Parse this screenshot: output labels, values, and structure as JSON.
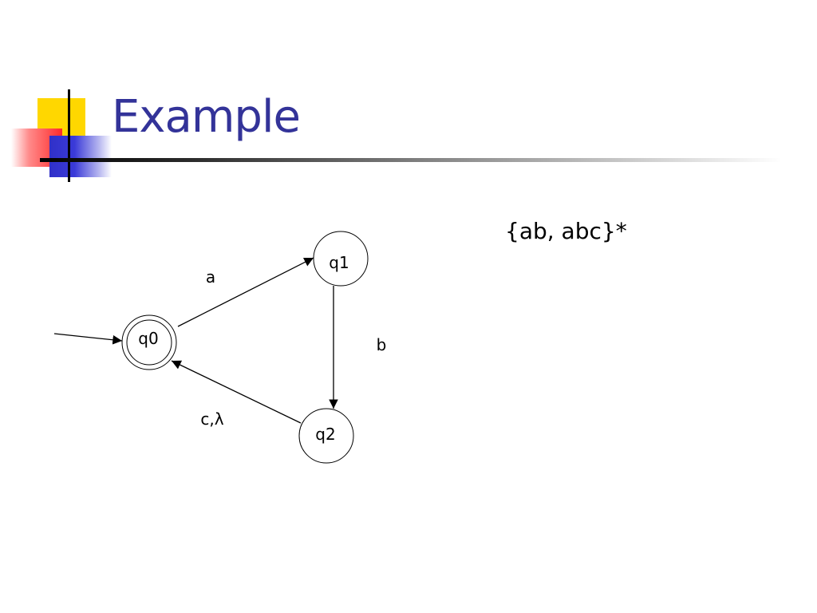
{
  "slide": {
    "title": "Example",
    "regex": "{ab, abc}*"
  },
  "diagram": {
    "states": [
      {
        "id": "q0",
        "label": "q0",
        "accepting": true,
        "initial": true
      },
      {
        "id": "q1",
        "label": "q1",
        "accepting": false,
        "initial": false
      },
      {
        "id": "q2",
        "label": "q2",
        "accepting": false,
        "initial": false
      }
    ],
    "transitions": [
      {
        "from": "q0",
        "to": "q1",
        "label": "a"
      },
      {
        "from": "q1",
        "to": "q2",
        "label": "b"
      },
      {
        "from": "q2",
        "to": "q0",
        "label": "c,λ"
      }
    ]
  },
  "colors": {
    "title": "#333399",
    "deco_yellow": "#ffd700",
    "deco_red": "#ff2a2a",
    "deco_blue": "#3030c8"
  }
}
